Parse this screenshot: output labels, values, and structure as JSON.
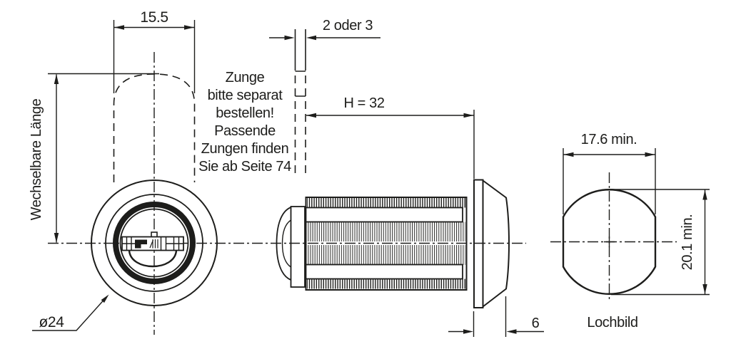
{
  "drawing": {
    "title": "cam-lock-technical-drawing",
    "line_color": "#1d1d1b",
    "background_color": "#ffffff",
    "front_view": {
      "tongue_width_label": "15.5",
      "length_label": "Wechselbare Länge",
      "diameter_label": "ø24"
    },
    "note": {
      "lines": [
        "Zunge",
        "bitte separat",
        "bestellen!",
        "Passende",
        "Zungen finden",
        "Sie ab Seite 74"
      ]
    },
    "side_view": {
      "tongue_thickness_label": "2 oder 3",
      "housing_length_label": "H = 32",
      "head_depth_label": "6"
    },
    "hole_view": {
      "width_label": "17.6 min.",
      "height_label": "20.1 min.",
      "caption": "Lochbild"
    }
  }
}
